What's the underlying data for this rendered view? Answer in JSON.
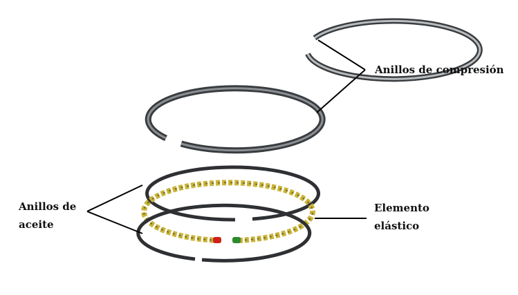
{
  "labels": {
    "compression_rings": "Anillos de compresión",
    "oil_rings_line1": "Anillos de",
    "oil_rings_line2": "aceite",
    "elastic_element_line1": "Elemento",
    "elastic_element_line2": "elástico"
  },
  "colors": {
    "ring": "#3a3d40",
    "ring_highlight": "#b9bcbf",
    "spring": "#c9b43a",
    "spring_end_a": "#d0201a",
    "spring_end_b": "#2e8a2e"
  }
}
